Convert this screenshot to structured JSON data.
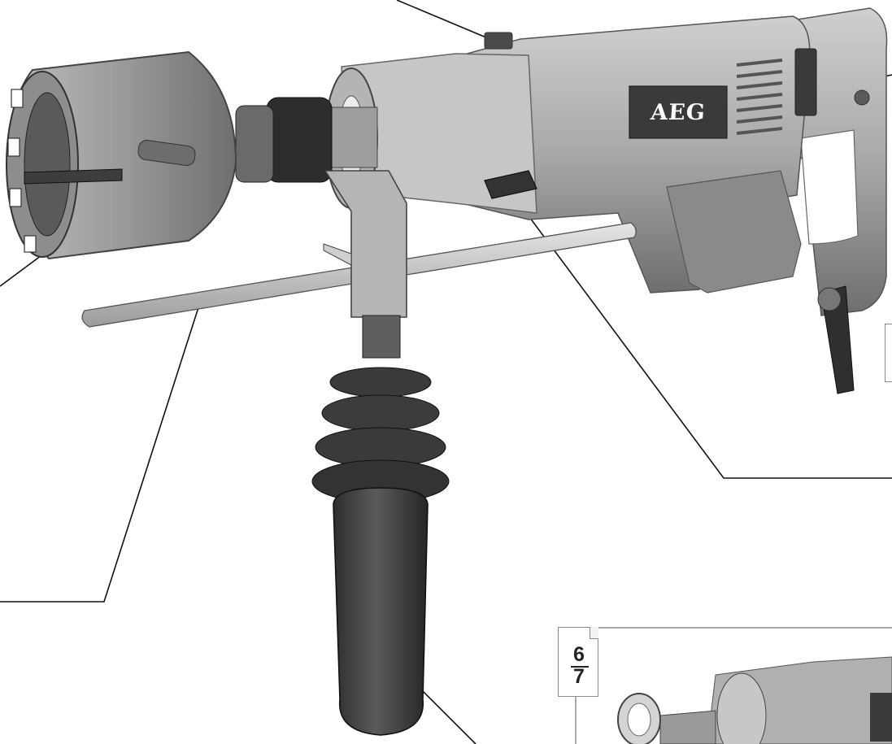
{
  "brand_logo": "AEG",
  "page_ref_badge": {
    "top_number": "6",
    "bottom_number": "7"
  },
  "colors": {
    "callout_line": "#111111",
    "body_gray": "#9a9a9a",
    "dark_grip": "#3e3e3e",
    "logo_plate": "#3a3a3a",
    "badge_border": "#8a8a8a"
  }
}
